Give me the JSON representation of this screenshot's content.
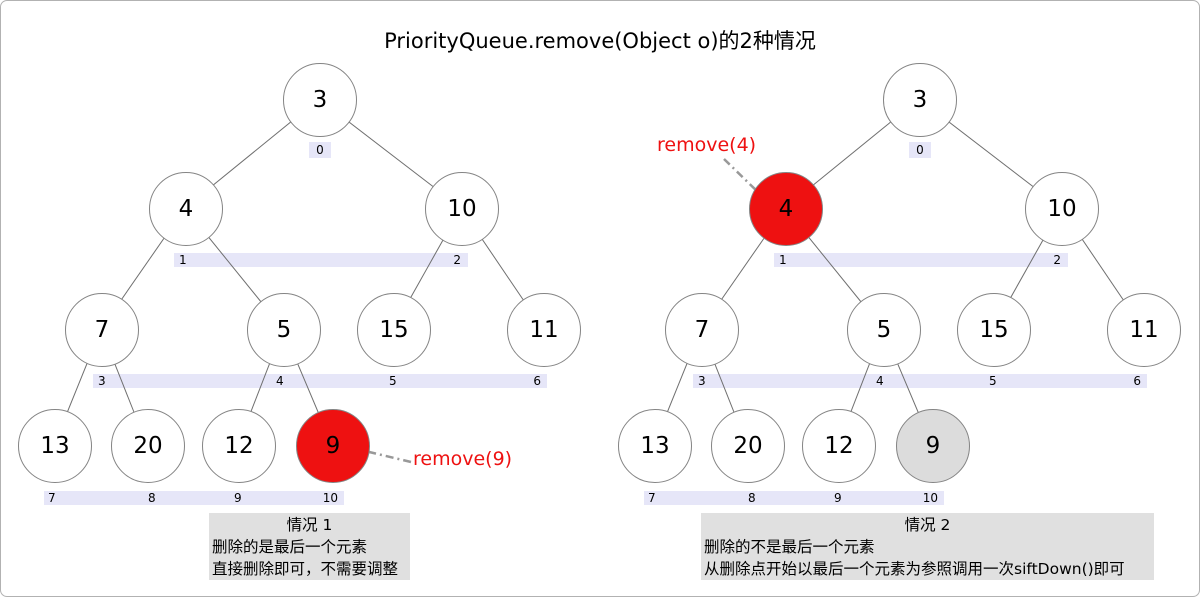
{
  "title": "PriorityQueue.remove(Object o)的2种情况",
  "colors": {
    "highlight_red": "#ee1111",
    "removed_gray": "#dcdcdc",
    "index_band": "#e6e6f8",
    "caption_bg": "#e0e0e0",
    "edge_gray": "#6f6f6f",
    "arrow_gray": "#999999"
  },
  "left": {
    "nodes": [
      "3",
      "4",
      "10",
      "7",
      "5",
      "15",
      "11",
      "13",
      "20",
      "12",
      "9"
    ],
    "indices": [
      "0",
      "1",
      "2",
      "3",
      "4",
      "5",
      "6",
      "7",
      "8",
      "9",
      "10"
    ],
    "annotation": "remove(9)",
    "caption": [
      "情况 1",
      "删除的是最后一个元素",
      "直接删除即可，不需要调整"
    ]
  },
  "right": {
    "nodes": [
      "3",
      "4",
      "10",
      "7",
      "5",
      "15",
      "11",
      "13",
      "20",
      "12",
      "9"
    ],
    "indices": [
      "0",
      "1",
      "2",
      "3",
      "4",
      "5",
      "6",
      "7",
      "8",
      "9",
      "10"
    ],
    "annotation": "remove(4)",
    "caption": [
      "情况 2",
      "删除的不是最后一个元素",
      "从删除点开始以最后一个元素为参照调用一次siftDown()即可"
    ]
  }
}
